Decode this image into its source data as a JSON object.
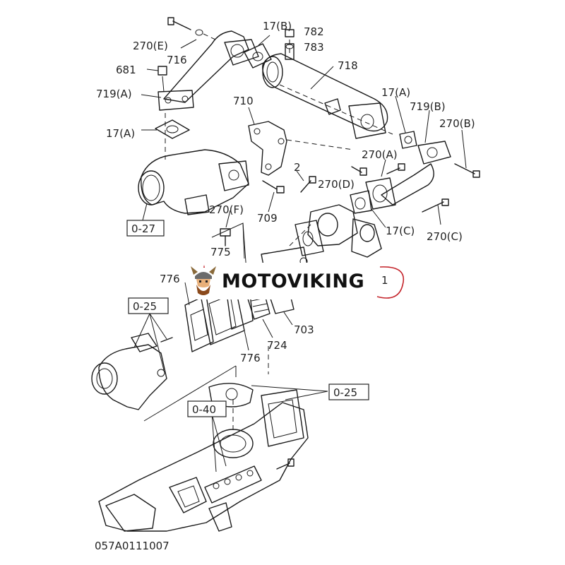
{
  "brand": {
    "name": "MOTOVIKING",
    "logo_icon": "viking-head-logo-icon",
    "accent_color": "#c4242b"
  },
  "figure_code": "057A0111007",
  "part_labels": [
    {
      "id": "p270e",
      "text": "270(E)"
    },
    {
      "id": "p716",
      "text": "716"
    },
    {
      "id": "p681",
      "text": "681"
    },
    {
      "id": "p719a",
      "text": "719(A)"
    },
    {
      "id": "p17a_left",
      "text": "17(A)"
    },
    {
      "id": "p17b",
      "text": "17(B)"
    },
    {
      "id": "p782",
      "text": "782"
    },
    {
      "id": "p783",
      "text": "783"
    },
    {
      "id": "p718",
      "text": "718"
    },
    {
      "id": "p710",
      "text": "710"
    },
    {
      "id": "p17a_right",
      "text": "17(A)"
    },
    {
      "id": "p719b",
      "text": "719(B)"
    },
    {
      "id": "p270b",
      "text": "270(B)"
    },
    {
      "id": "p270a",
      "text": "270(A)"
    },
    {
      "id": "p2",
      "text": "2"
    },
    {
      "id": "p270d",
      "text": "270(D)"
    },
    {
      "id": "p709",
      "text": "709"
    },
    {
      "id": "p270f",
      "text": "270(F)"
    },
    {
      "id": "p17c",
      "text": "17(C)"
    },
    {
      "id": "p270c",
      "text": "270(C)"
    },
    {
      "id": "p775",
      "text": "775"
    },
    {
      "id": "p1",
      "text": "1"
    },
    {
      "id": "p776_top",
      "text": "776"
    },
    {
      "id": "p703",
      "text": "703"
    },
    {
      "id": "p724",
      "text": "724"
    },
    {
      "id": "p776_bottom",
      "text": "776"
    }
  ],
  "reference_boxes": [
    {
      "id": "ref027",
      "text": "0-27"
    },
    {
      "id": "ref025_left",
      "text": "0-25"
    },
    {
      "id": "ref025_right",
      "text": "0-25"
    },
    {
      "id": "ref040",
      "text": "0-40"
    }
  ]
}
